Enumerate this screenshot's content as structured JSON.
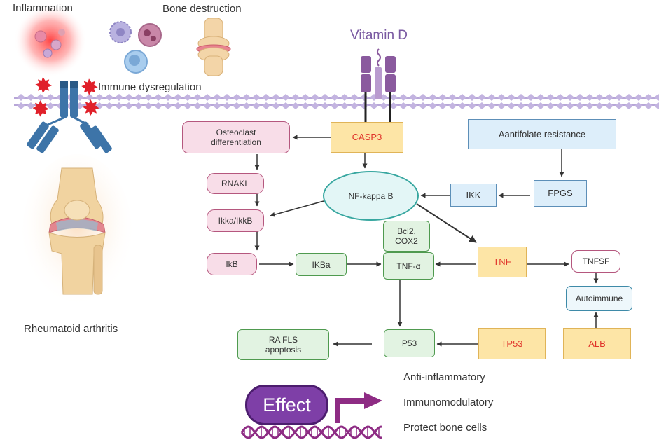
{
  "labels": {
    "inflammation": "Inflammation",
    "bone_destruction": "Bone destruction",
    "immune_dysregulation": "Immune dysregulation",
    "vitamin_d": "Vitamin D",
    "rheumatoid_arthritis": "Rheumatoid arthritis"
  },
  "nodes": {
    "osteoclast": "Osteoclast\ndifferentiation",
    "casp3": "CASP3",
    "antifolate": "Aantifolate resistance",
    "rnakl": "RNAKL",
    "nfkb": "NF-kappa B",
    "ikk": "IKK",
    "fpgs": "FPGS",
    "ikka": "Ikka/IkkB",
    "bcl2": "Bcl2,\nCOX2",
    "ikb": "IkB",
    "ikba": "IKBa",
    "tnfa": "TNF-α",
    "tnf": "TNF",
    "tnfsf": "TNFSF",
    "autoimmune": "Autoimmune",
    "rafls": "RA FLS\napoptosis",
    "p53": "P53",
    "tp53": "TP53",
    "alb": "ALB"
  },
  "effect": {
    "label": "Effect",
    "outcomes": [
      "Anti-inflammatory",
      "Immunomodulatory",
      "Protect bone cells"
    ]
  },
  "colors": {
    "membrane": "#b7a6d8",
    "receptor": "#3d74a8",
    "vdr": "#8a5a9e",
    "effect": "#7e3fa7",
    "gene_text": "#e0342b"
  },
  "icons": [
    "inflammation-cells-icon",
    "immune-cells-icon",
    "bone-joint-icon",
    "antibody-receptor-icon",
    "knee-joint-icon",
    "vitamin-d-receptor-icon",
    "dna-helix-icon",
    "promoter-arrow-icon"
  ]
}
